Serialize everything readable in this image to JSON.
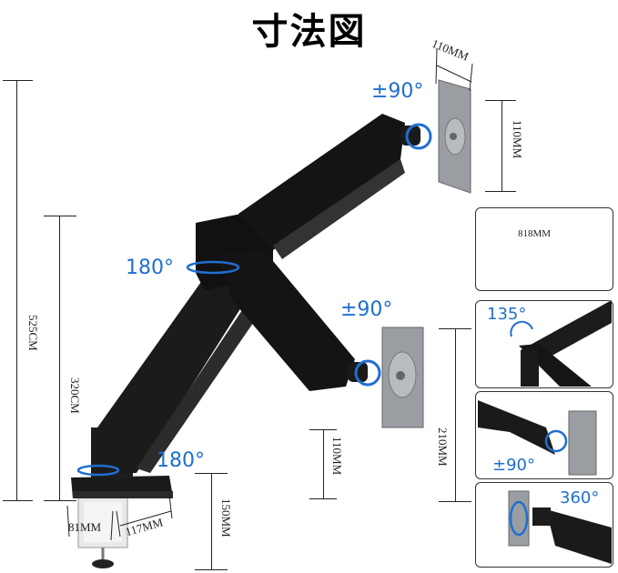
{
  "title": "寸法図",
  "main_diagram": {
    "dimensions": {
      "total_height": "525CM",
      "pole_height": "320CM",
      "plate_width_top": "110MM",
      "plate_height_top": "110MM",
      "plate_bottom_clearance": "110MM",
      "plate_height_lower": "210MM",
      "clamp_depth": "81MM",
      "base_depth": "117MM",
      "clamp_height": "150MM"
    },
    "angles": {
      "top_tilt": "±90°",
      "mid_swivel": "180°",
      "lower_tilt": "±90°",
      "base_swivel": "180°"
    }
  },
  "side_panels": [
    {
      "label": "818MM",
      "type": "span"
    },
    {
      "label": "135°",
      "type": "angle"
    },
    {
      "label": "±90°",
      "type": "angle"
    },
    {
      "label": "360°",
      "type": "angle"
    }
  ],
  "colors": {
    "angle_text": "#1f6fd0",
    "arm": "#1c1c1c",
    "plate": "#9a9ea3",
    "lines": "#222222"
  }
}
